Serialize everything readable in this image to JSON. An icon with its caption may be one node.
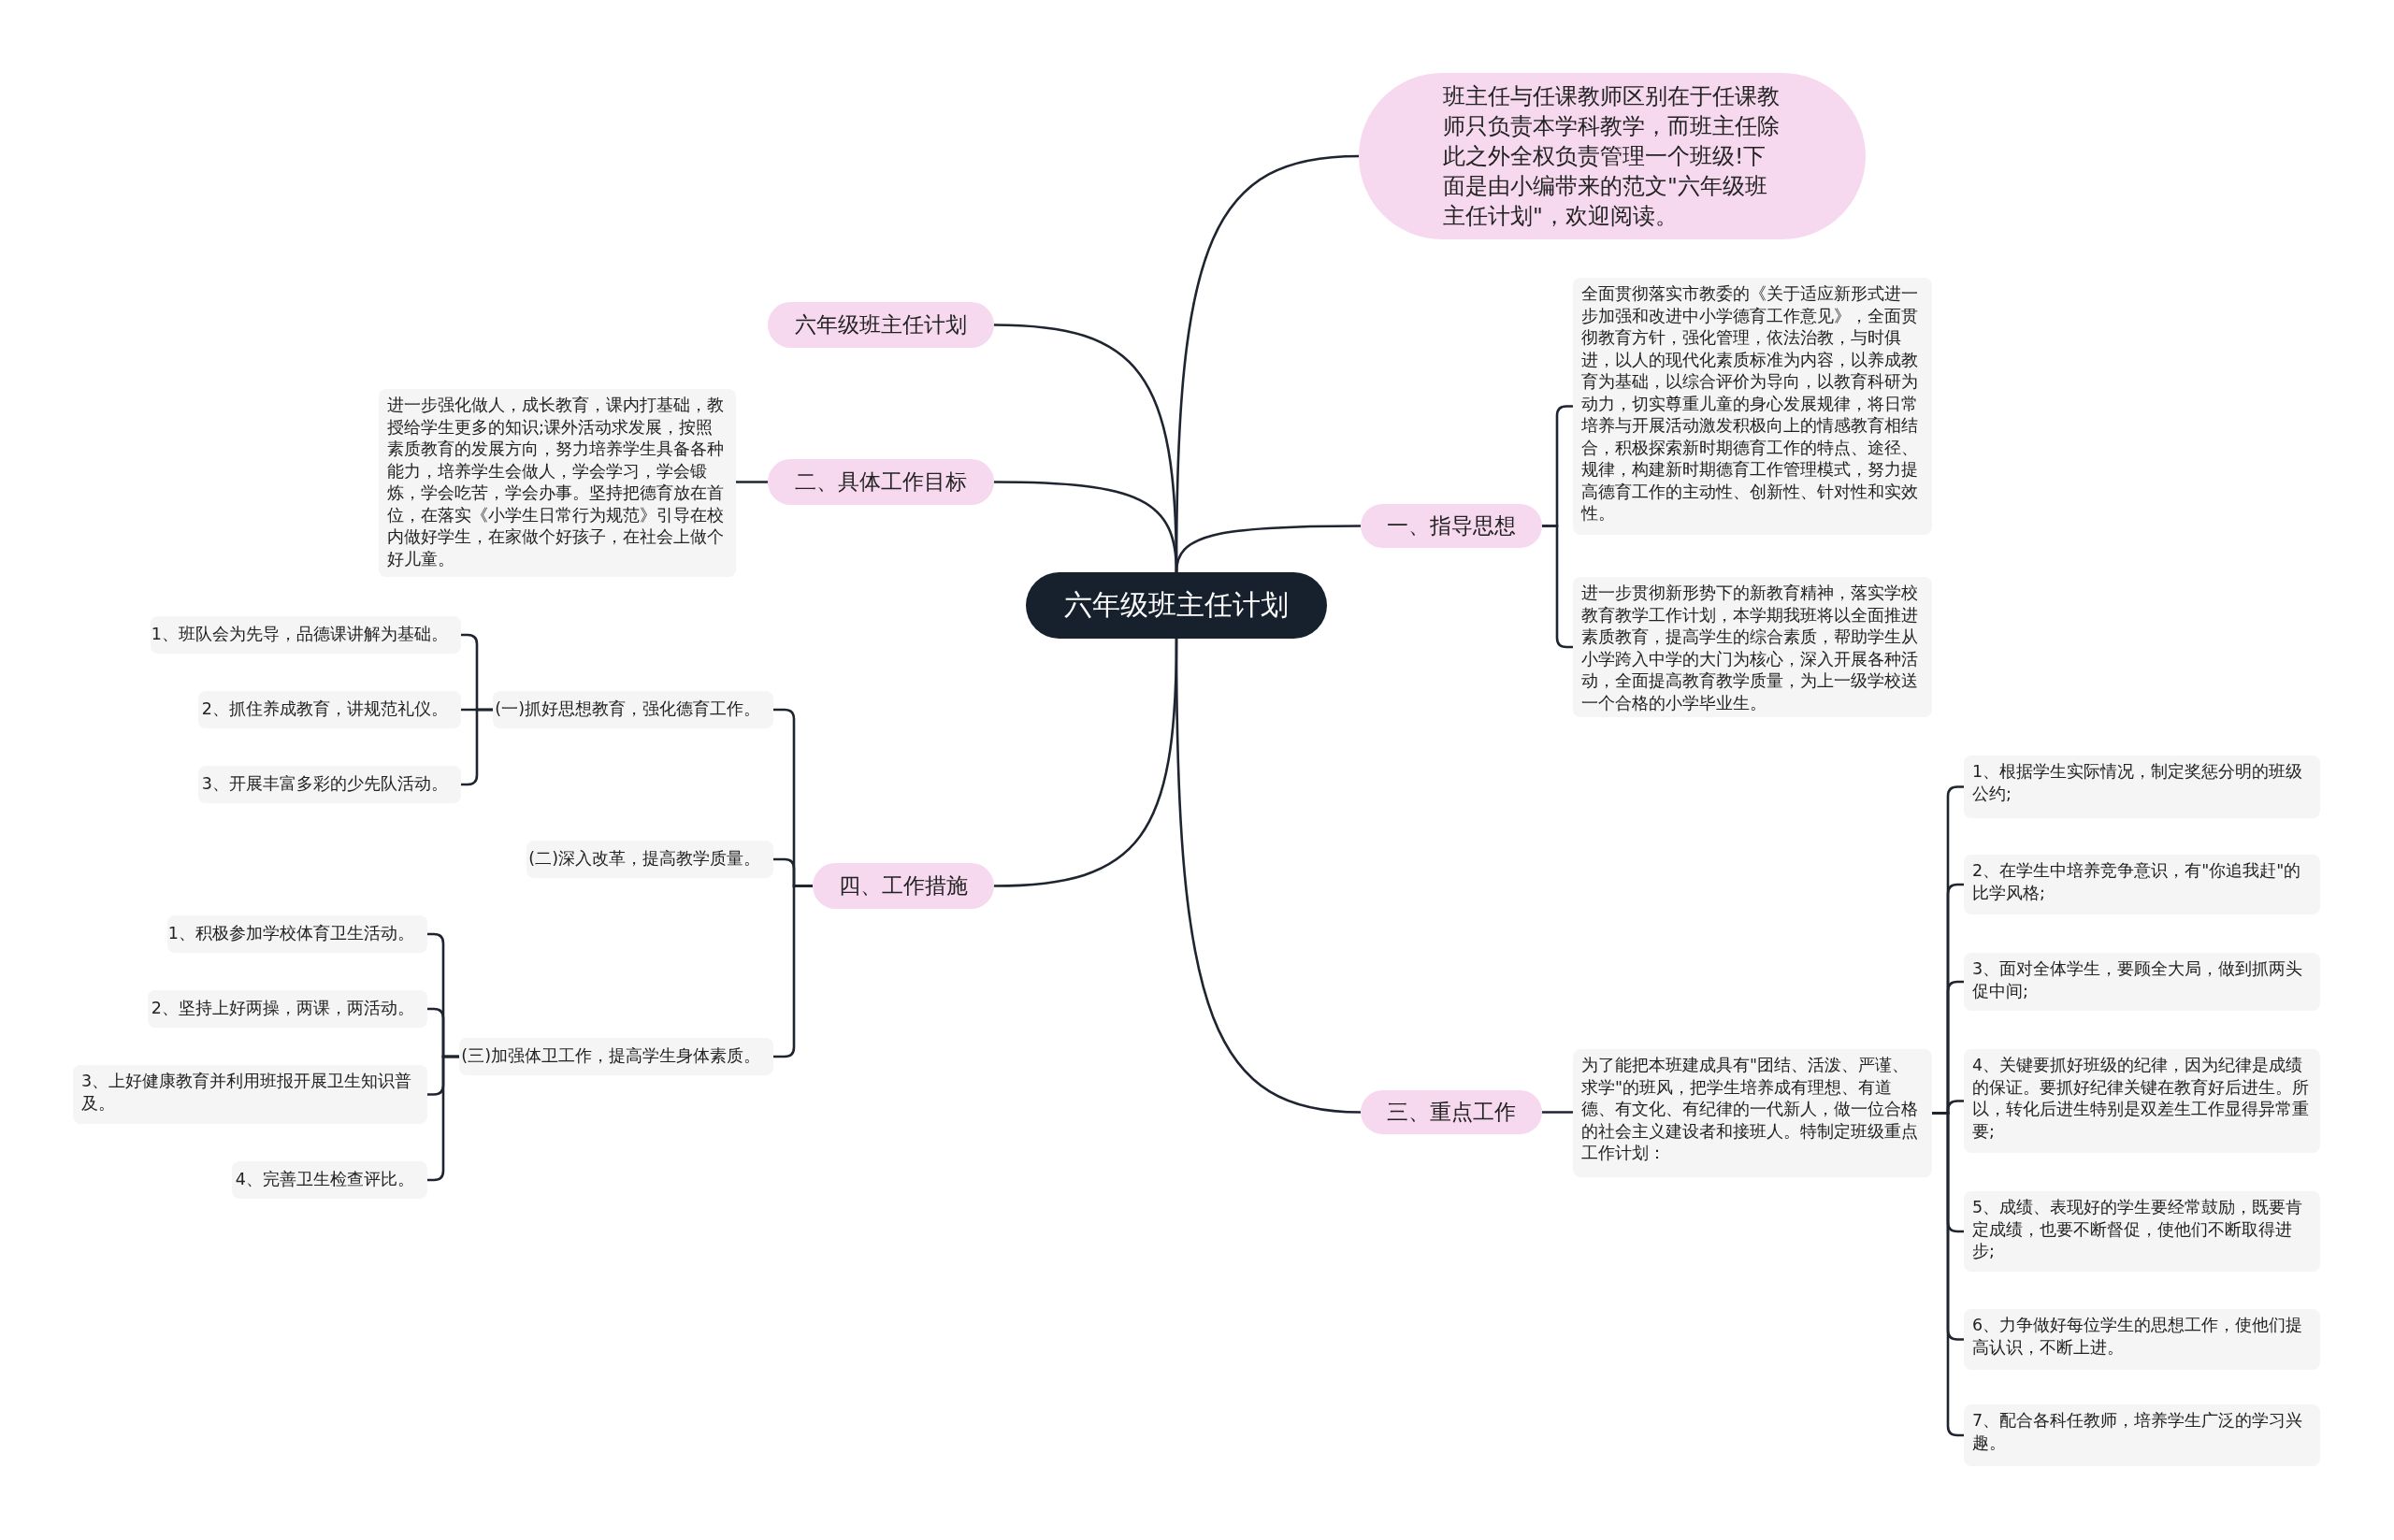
{
  "diagram": {
    "nodes": [
      {
        "text": [
          "六年级班主任计划"
        ]
      },
      {
        "text": [
          "班主任与任课教师区别在于任课教师只负责本学科教学，而班主任除此之外全权负责管理一个班级!下面是由小编带来的范文\"六年级班主任计划\"，欢迎阅读。"
        ]
      },
      {
        "text": [
          "六年级班主任计划"
        ]
      },
      {
        "text": [
          "一、指导思想"
        ]
      },
      {
        "text": [
          "全面贯彻落实市教委的《关于适应新形式进一步加强和改进中小学德育工作意见》，全面贯彻教育方针，强化管理，依法治教，与时俱进，以人的现代化素质标准为内容，以养成教育为基础，以综合评价为导向，以教育科研为动力，切实尊重儿童的身心发展规律，将日常培养与开展活动激发积极向上的情感教育相结合，积极探索新时期德育工作的特点、途径、规律，构建新时期德育工作管理模式，努力提高德育工作的主动性、创新性、针对性和实效性。"
        ]
      },
      {
        "text": [
          "进一步贯彻新形势下的新教育精神，落实学校教育教学工作计划，本学期我班将以全面推进素质教育，提高学生的综合素质，帮助学生从小学跨入中学的大门为核心，深入开展各种活动，全面提高教育教学质量，为上一级学校送一个合格的小学毕业生。"
        ]
      },
      {
        "text": [
          "二、具体工作目标"
        ]
      },
      {
        "text": [
          "进一步强化做人，成长教育，课内打基础，教授给学生更多的知识;课外活动求发展，按照素质教育的发展方向，努力培养学生具备各种能力，培养学生会做人，学会学习，学会锻炼，学会吃苦，学会办事。坚持把德育放在首位，在落实《小学生日常行为规范》引导在校内做好学生，在家做个好孩子，在社会上做个好儿童。"
        ]
      },
      {
        "text": [
          "三、重点工作"
        ]
      },
      {
        "text": [
          "为了能把本班建成具有\"团结、活泼、严谨、求学\"的班风，把学生培养成有理想、有道德、有文化、有纪律的一代新人，做一位合格的社会主义建设者和接班人。特制定班级重点工作计划："
        ]
      },
      {
        "text": [
          "1、根据学生实际情况，制定奖惩分明的班级公约;"
        ]
      },
      {
        "text": [
          "2、在学生中培养竞争意识，有\"你追我赶\"的比学风格;"
        ]
      },
      {
        "text": [
          "3、面对全体学生，要顾全大局，做到抓两头促中间;"
        ]
      },
      {
        "text": [
          "4、关键要抓好班级的纪律，因为纪律是成绩的保证。要抓好纪律关键在教育好后进生。所以，转化后进生特别是双差生工作显得异常重要;"
        ]
      },
      {
        "text": [
          "5、成绩、表现好的学生要经常鼓励，既要肯定成绩，也要不断督促，使他们不断取得进步;"
        ]
      },
      {
        "text": [
          "6、力争做好每位学生的思想工作，使他们提高认识，不断上进。"
        ]
      },
      {
        "text": [
          "7、配合各科任教师，培养学生广泛的学习兴趣。"
        ]
      },
      {
        "text": [
          "四、工作措施"
        ]
      },
      {
        "text": [
          "(一)抓好思想教育，强化德育工作。"
        ]
      },
      {
        "text": [
          "1、班队会为先导，品德课讲解为基础。"
        ]
      },
      {
        "text": [
          "2、抓住养成教育，讲规范礼仪。"
        ]
      },
      {
        "text": [
          "3、开展丰富多彩的少先队活动。"
        ]
      },
      {
        "text": [
          "(二)深入改革，提高教学质量。"
        ]
      },
      {
        "text": [
          "(三)加强体卫工作，提高学生身体素质。"
        ]
      },
      {
        "text": [
          "1、积极参加学校体育卫生活动。"
        ]
      },
      {
        "text": [
          "2、坚持上好两操，两课，两活动。"
        ]
      },
      {
        "text": [
          "3、上好健康教育并利用班报开展卫生知识普及。"
        ]
      },
      {
        "text": [
          "4、完善卫生检查评比。"
        ]
      }
    ],
    "edges": [
      {
        "from": 0,
        "to": 1,
        "arrow": "none"
      },
      {
        "from": 0,
        "to": 2,
        "arrow": "none"
      },
      {
        "from": 0,
        "to": 3,
        "arrow": "none"
      },
      {
        "from": 3,
        "to": 4,
        "arrow": "none"
      },
      {
        "from": 3,
        "to": 5,
        "arrow": "none"
      },
      {
        "from": 0,
        "to": 6,
        "arrow": "none"
      },
      {
        "from": 6,
        "to": 7,
        "arrow": "none"
      },
      {
        "from": 0,
        "to": 8,
        "arrow": "none"
      },
      {
        "from": 8,
        "to": 9,
        "arrow": "none"
      },
      {
        "from": 9,
        "to": 10,
        "arrow": "none"
      },
      {
        "from": 9,
        "to": 11,
        "arrow": "none"
      },
      {
        "from": 9,
        "to": 12,
        "arrow": "none"
      },
      {
        "from": 9,
        "to": 13,
        "arrow": "none"
      },
      {
        "from": 9,
        "to": 14,
        "arrow": "none"
      },
      {
        "from": 9,
        "to": 15,
        "arrow": "none"
      },
      {
        "from": 9,
        "to": 16,
        "arrow": "none"
      },
      {
        "from": 0,
        "to": 17,
        "arrow": "none"
      },
      {
        "from": 17,
        "to": 18,
        "arrow": "none"
      },
      {
        "from": 18,
        "to": 19,
        "arrow": "none"
      },
      {
        "from": 18,
        "to": 20,
        "arrow": "none"
      },
      {
        "from": 18,
        "to": 21,
        "arrow": "none"
      },
      {
        "from": 17,
        "to": 22,
        "arrow": "none"
      },
      {
        "from": 17,
        "to": 23,
        "arrow": "none"
      },
      {
        "from": 23,
        "to": 24,
        "arrow": "none"
      },
      {
        "from": 23,
        "to": 25,
        "arrow": "none"
      },
      {
        "from": 23,
        "to": 26,
        "arrow": "none"
      },
      {
        "from": 23,
        "to": 27,
        "arrow": "none"
      }
    ]
  }
}
